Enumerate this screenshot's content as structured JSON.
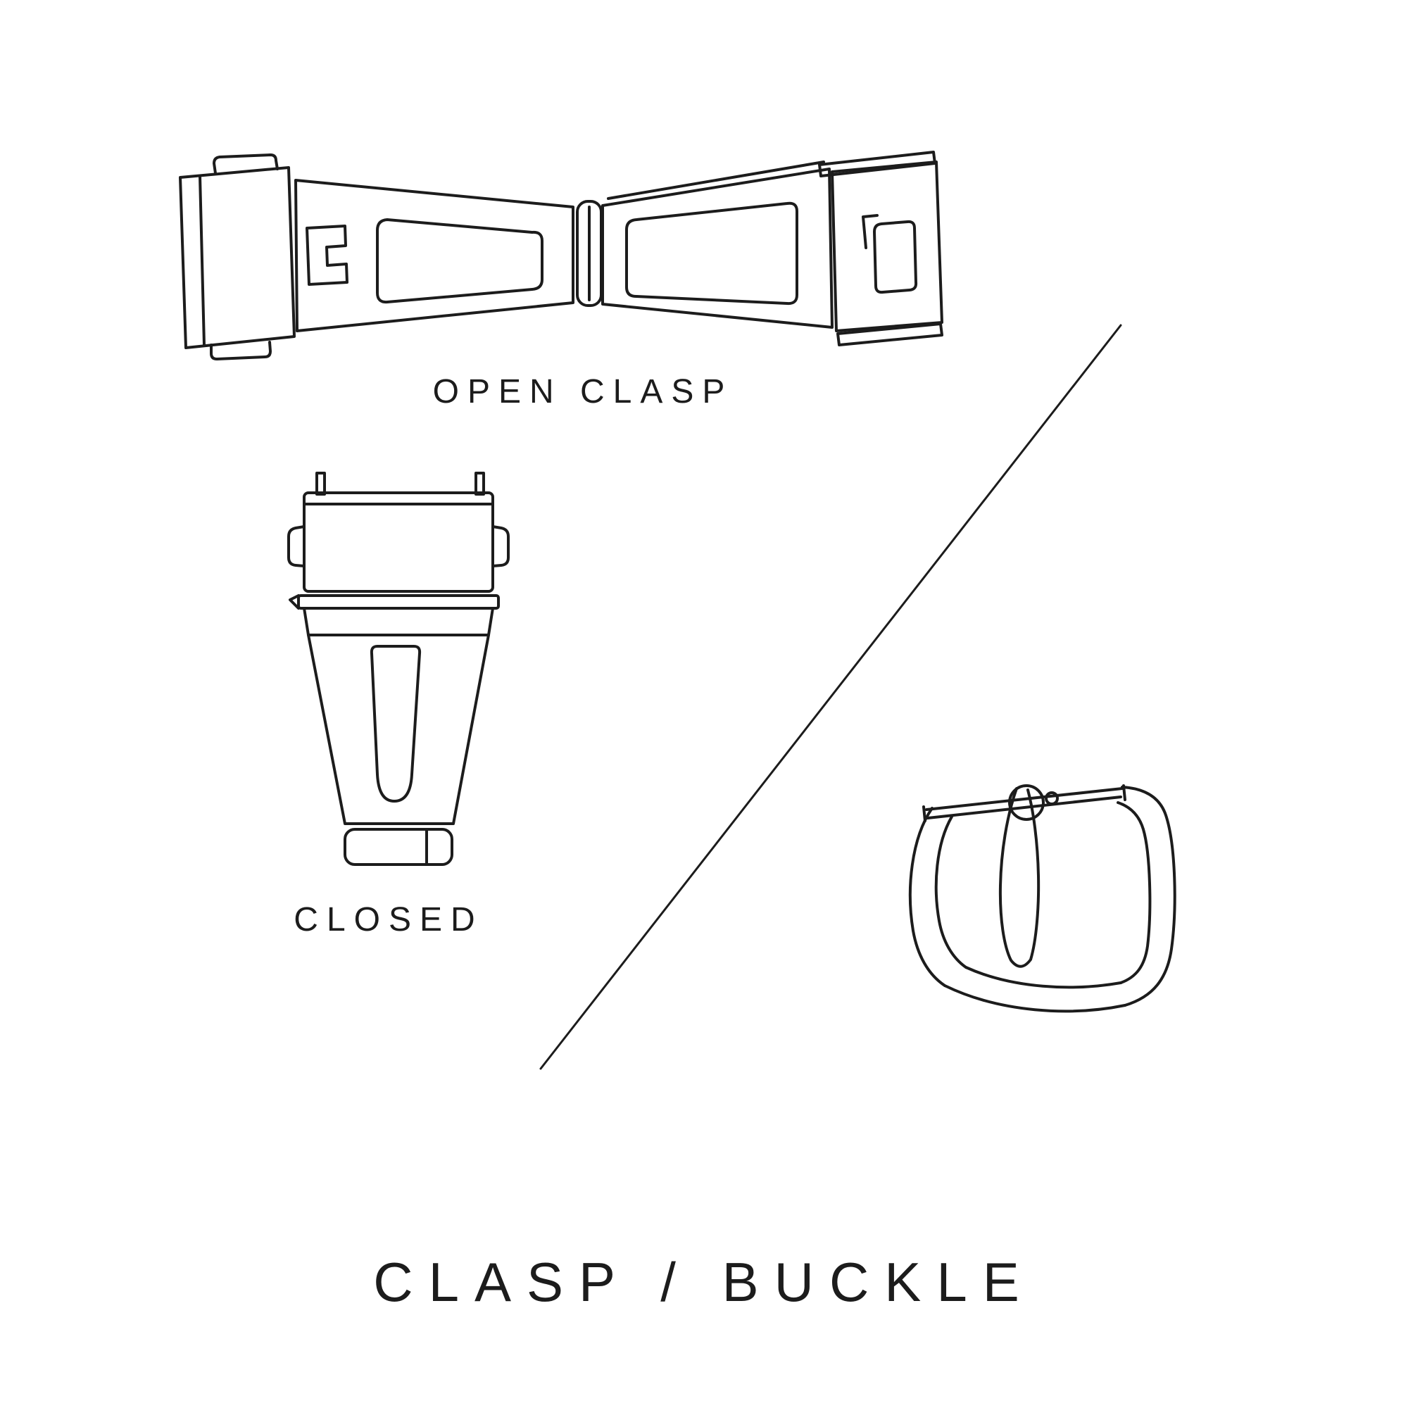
{
  "diagram": {
    "title": "CLASP / BUCKLE",
    "sections": {
      "open_clasp_label": "OPEN CLASP",
      "closed_label": "CLOSED"
    },
    "colors": {
      "line": "#1c1c1c",
      "text": "#1c1c1c",
      "background": "#ffffff"
    }
  }
}
